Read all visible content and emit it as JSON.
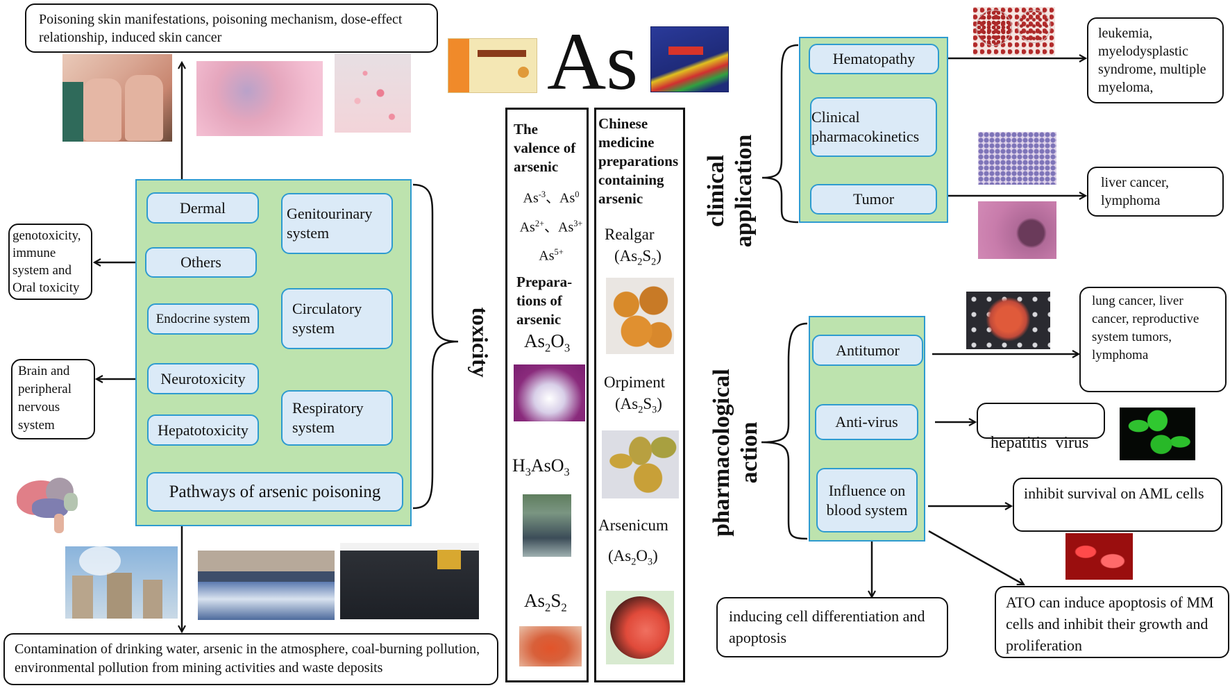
{
  "title": "As",
  "toxicity": {
    "label": "toxicity",
    "skin_note": "Poisoning skin manifestations, poisoning mechanism, dose-effect relationship, induced skin cancer",
    "items": {
      "dermal": "Dermal",
      "genitourinary": "Genitourinary system",
      "others": "Others",
      "endocrine": "Endocrine system",
      "circulatory": "Circulatory system",
      "neurotoxicity": "Neurotoxicity",
      "hepatotoxicity": "Hepatotoxicity",
      "respiratory": "Respiratory system",
      "pathways": "Pathways of arsenic poisoning"
    },
    "others_note": "genotoxicity, immune system and Oral toxicity",
    "neuro_note": "Brain and peripheral nervous system",
    "pathways_note": "Contamination of drinking water, arsenic in the atmosphere, coal-burning pollution, environmental pollution from mining activities and waste deposits"
  },
  "valence_column": {
    "heading": "The valence of arsenic",
    "valences_line1": "As-3、As0",
    "valences_line2": "As2+、As3+",
    "valences_line3": "As5+",
    "preparations_heading": "Prepara-tions of arsenic",
    "compounds": [
      "As2O3",
      "H3AsO3",
      "As2S2"
    ]
  },
  "tcm_column": {
    "heading": "Chinese medicine preparations containing arsenic",
    "items": [
      {
        "name": "Realgar",
        "formula": "(As2S2)"
      },
      {
        "name": "Orpiment",
        "formula": "(As2S3)"
      },
      {
        "name": "Arsenicum",
        "formula": "(As2O3)"
      }
    ]
  },
  "clinical": {
    "label_line1": "clinical",
    "label_line2": "application",
    "items": {
      "hematopathy": "Hematopathy",
      "pharmacokinetics": "Clinical pharmacokinetics",
      "tumor": "Tumor"
    },
    "hematopathy_note": "leukemia, myelodysplastic syndrome, multiple myeloma,",
    "tumor_note": "liver cancer, lymphoma"
  },
  "pharmacological": {
    "label_line1": "pharmacological",
    "label_line2": "action",
    "items": {
      "antitumor": "Antitumor",
      "antivirus": "Anti-virus",
      "blood": "Influence on blood system"
    },
    "antitumor_note": "lung cancer, liver cancer, reproductive system tumors, lymphoma",
    "antivirus_note": "hepatitis  virus",
    "aml_note": "inhibit survival on AML cells",
    "differentiation_note": "inducing cell differentiation and apoptosis",
    "ato_note": "ATO can induce apoptosis of MM cells and inhibit their growth and proliferation"
  },
  "colors": {
    "green_fill": "#bde3ae",
    "blue_fill": "#dbeaf7",
    "blue_border": "#2e9bd0"
  }
}
